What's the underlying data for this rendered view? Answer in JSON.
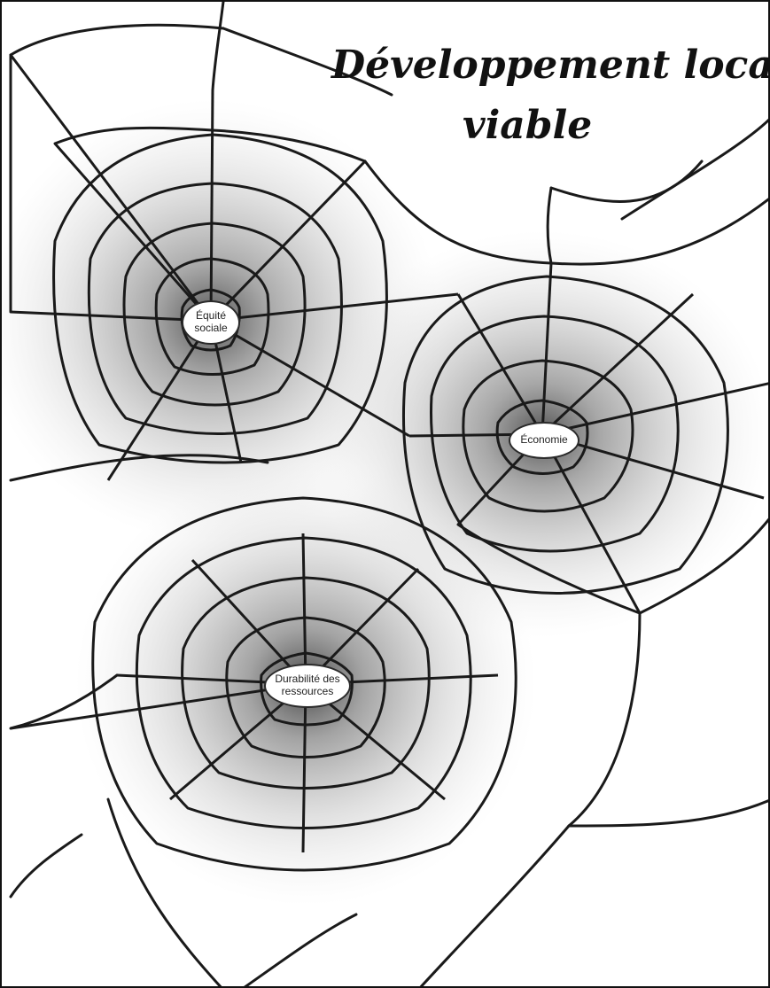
{
  "title": {
    "line1": "Développement local",
    "line2": "viable"
  },
  "nodes": [
    {
      "id": "equite",
      "label": "Équité\nsociale"
    },
    {
      "id": "economie",
      "label": "Économie"
    },
    {
      "id": "durabilite",
      "label": "Durabilité des\nressources"
    }
  ],
  "colors": {
    "line": "#1a1a1a",
    "shade_dark": "#4a4a4a",
    "shade_light": "#cfcfcf",
    "background": "#ffffff"
  }
}
